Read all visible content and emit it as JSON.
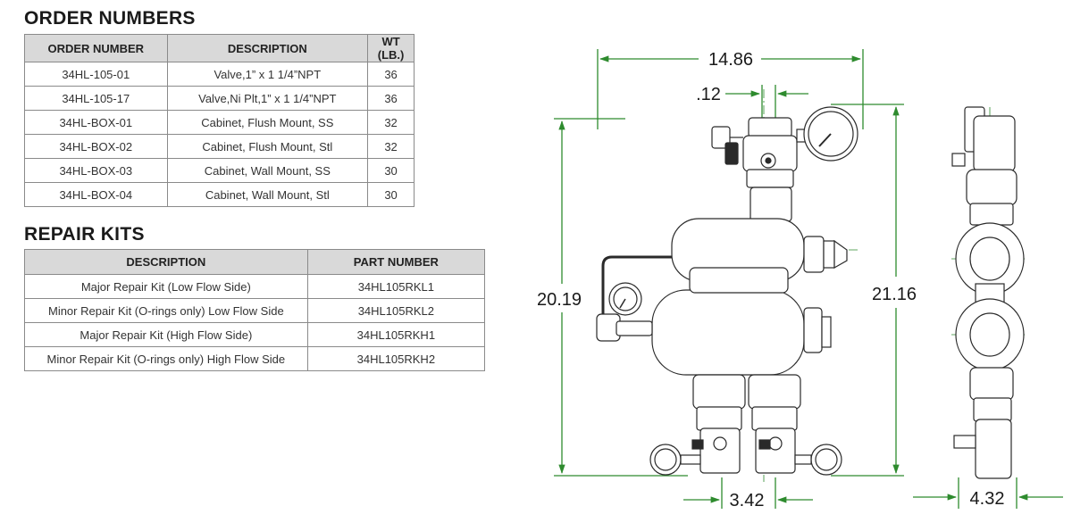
{
  "order_numbers": {
    "title": "ORDER NUMBERS",
    "headers": [
      "ORDER NUMBER",
      "DESCRIPTION",
      "WT (LB.)"
    ],
    "rows": [
      [
        "34HL-105-01",
        "Valve,1” x 1 1/4”NPT",
        "36"
      ],
      [
        "34HL-105-17",
        "Valve,Ni Plt,1” x 1 1/4”NPT",
        "36"
      ],
      [
        "34HL-BOX-01",
        "Cabinet, Flush Mount, SS",
        "32"
      ],
      [
        "34HL-BOX-02",
        "Cabinet, Flush Mount, Stl",
        "32"
      ],
      [
        "34HL-BOX-03",
        "Cabinet, Wall Mount, SS",
        "30"
      ],
      [
        "34HL-BOX-04",
        "Cabinet, Wall Mount, Stl",
        "30"
      ]
    ]
  },
  "repair_kits": {
    "title": "REPAIR KITS",
    "headers": [
      "DESCRIPTION",
      "PART NUMBER"
    ],
    "rows": [
      [
        "Major Repair Kit (Low Flow Side)",
        "34HL105RKL1"
      ],
      [
        "Minor Repair Kit (O-rings only) Low Flow Side",
        "34HL105RKL2"
      ],
      [
        "Major Repair Kit (High Flow Side)",
        "34HL105RKH1"
      ],
      [
        "Minor Repair Kit (O-rings only) High Flow Side",
        "34HL105RKH2"
      ]
    ]
  },
  "dimensions": {
    "overall_width": "14.86",
    "offset": ".12",
    "height_left": "20.19",
    "height_right": "21.16",
    "outlet_spacing": "3.42",
    "depth": "4.32"
  },
  "colors": {
    "dimension_line": "#2e8b2e",
    "header_fill": "#d9d9d9",
    "line_art": "#2a2a2a"
  }
}
